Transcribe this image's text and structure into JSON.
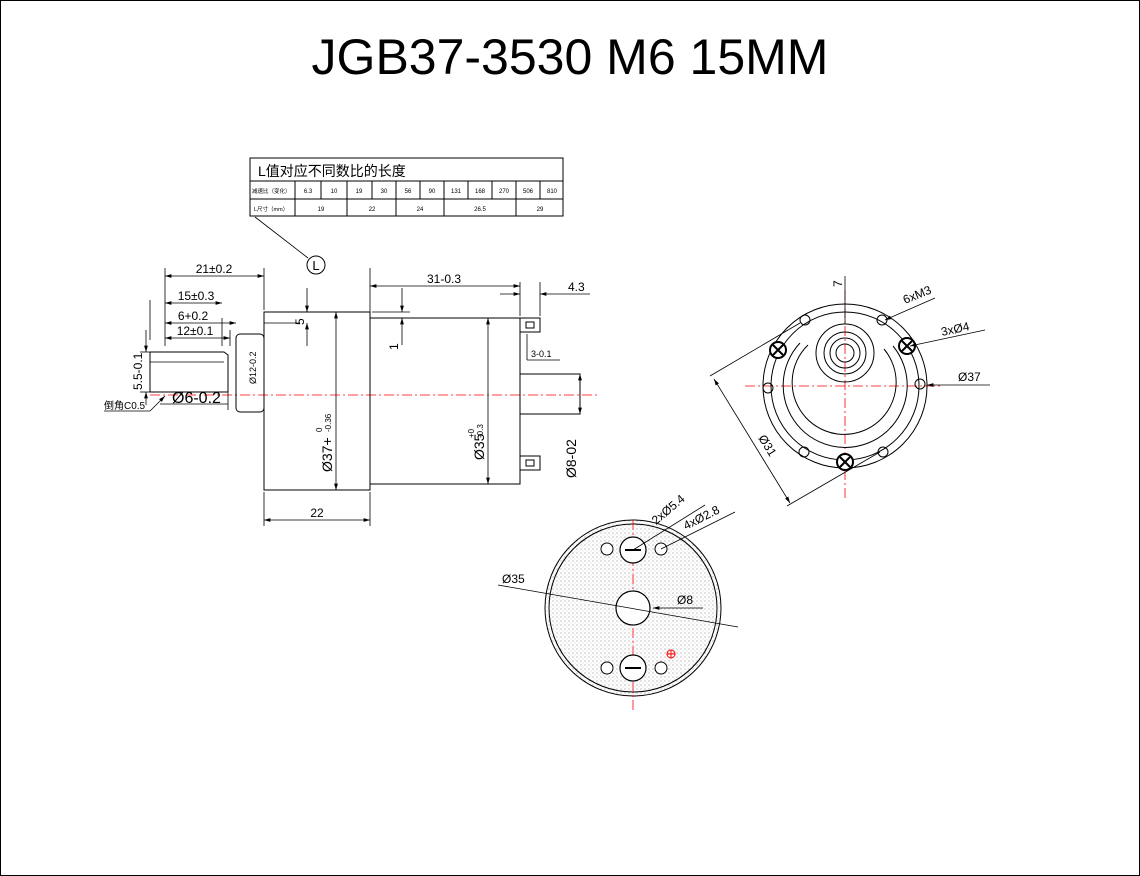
{
  "title": "JGB37-3530 M6 15MM",
  "length_table": {
    "heading": "L值对应不同数比的长度",
    "ratio_label": "减速比（变化）",
    "ratios": [
      "6.3",
      "10",
      "19",
      "30",
      "56",
      "90",
      "131",
      "168",
      "270",
      "506",
      "810"
    ],
    "length_label": "L尺寸（mm）",
    "lengths": [
      "19",
      "22",
      "24",
      "26.5",
      "29"
    ],
    "callout": "L"
  },
  "side_view": {
    "dims": {
      "d21": "21±0.2",
      "d15": "15±0.3",
      "d6": "6+0.2",
      "d12": "12±0.1",
      "d5": "5",
      "d1": "1",
      "d31": "31-0.3",
      "d43": "4.3",
      "d3": "3-0.1",
      "d55": "5.5-0.1",
      "shaft_dia": "Ø6-0.2",
      "chamfer": "倒角C0.5",
      "boss_dia": "Ø12-0.2",
      "gearbox_dia": "Ø37+",
      "gearbox_tol_top": "0",
      "gearbox_tol_bot": "-0.36",
      "motor_dia": "Ø35",
      "motor_tol_top": "+0",
      "motor_tol_bot": "-0.3",
      "tail_dia": "Ø8-02",
      "d22": "22"
    }
  },
  "front_view": {
    "dims": {
      "seven": "7",
      "holes_m3": "6xM3",
      "holes_4": "3xØ4",
      "outer": "Ø37",
      "pcd": "Ø31"
    }
  },
  "rear_view": {
    "dims": {
      "holes_54": "2xØ5.4",
      "holes_28": "4xØ2.8",
      "outer": "Ø35",
      "center": "Ø8"
    }
  }
}
